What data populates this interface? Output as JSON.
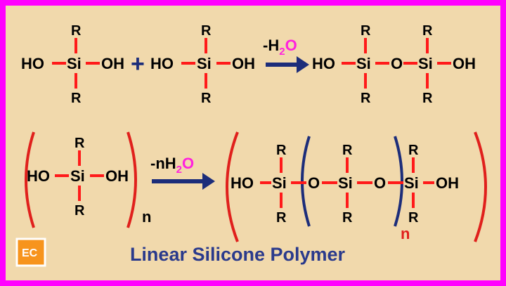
{
  "colors": {
    "border": "#ff00ff",
    "background": "#f1d9ac",
    "bond": "#ff1a1a",
    "atom_text": "#000000",
    "water_text": "#ff22dd",
    "arrow": "#1c2d7a",
    "outer_bracket": "#e0201c",
    "inner_bracket": "#1c2d7a",
    "repeat_n": "#e0201c",
    "title": "#2a3a8c",
    "logo_bg": "#f7941d",
    "logo_text": "#ffffff"
  },
  "reaction1": {
    "left_oh": "HO",
    "left_si": "Si",
    "left_oh2": "OH",
    "left_r_top": "R",
    "left_r_bottom": "R",
    "plus": "+",
    "mid_oh": "HO",
    "mid_si": "Si",
    "mid_oh2": "OH",
    "mid_r_top": "R",
    "mid_r_bottom": "R",
    "water_prefix": "-H",
    "water_sub": "2",
    "water_suffix": "O",
    "prod_ho": "HO",
    "prod_si1": "Si",
    "prod_o": "O",
    "prod_si2": "Si",
    "prod_oh": "OH",
    "prod_r1_top": "R",
    "prod_r1_bottom": "R",
    "prod_r2_top": "R",
    "prod_r2_bottom": "R"
  },
  "reaction2": {
    "mono_ho": "HO",
    "mono_si": "Si",
    "mono_oh": "OH",
    "mono_r_top": "R",
    "mono_r_bottom": "R",
    "mono_n": "n",
    "water_prefix": "-nH",
    "water_sub": "2",
    "water_suffix": "O",
    "poly_ho": "HO",
    "poly_si1": "Si",
    "poly_o1": "O",
    "poly_si2": "Si",
    "poly_o2": "O",
    "poly_si3": "Si",
    "poly_oh": "OH",
    "poly_r1_top": "R",
    "poly_r1_bottom": "R",
    "poly_r2_top": "R",
    "poly_r2_bottom": "R",
    "poly_r3_top": "R",
    "poly_r3_bottom": "R",
    "poly_n": "n"
  },
  "title": "Linear Silicone Polymer",
  "logo": "EC"
}
